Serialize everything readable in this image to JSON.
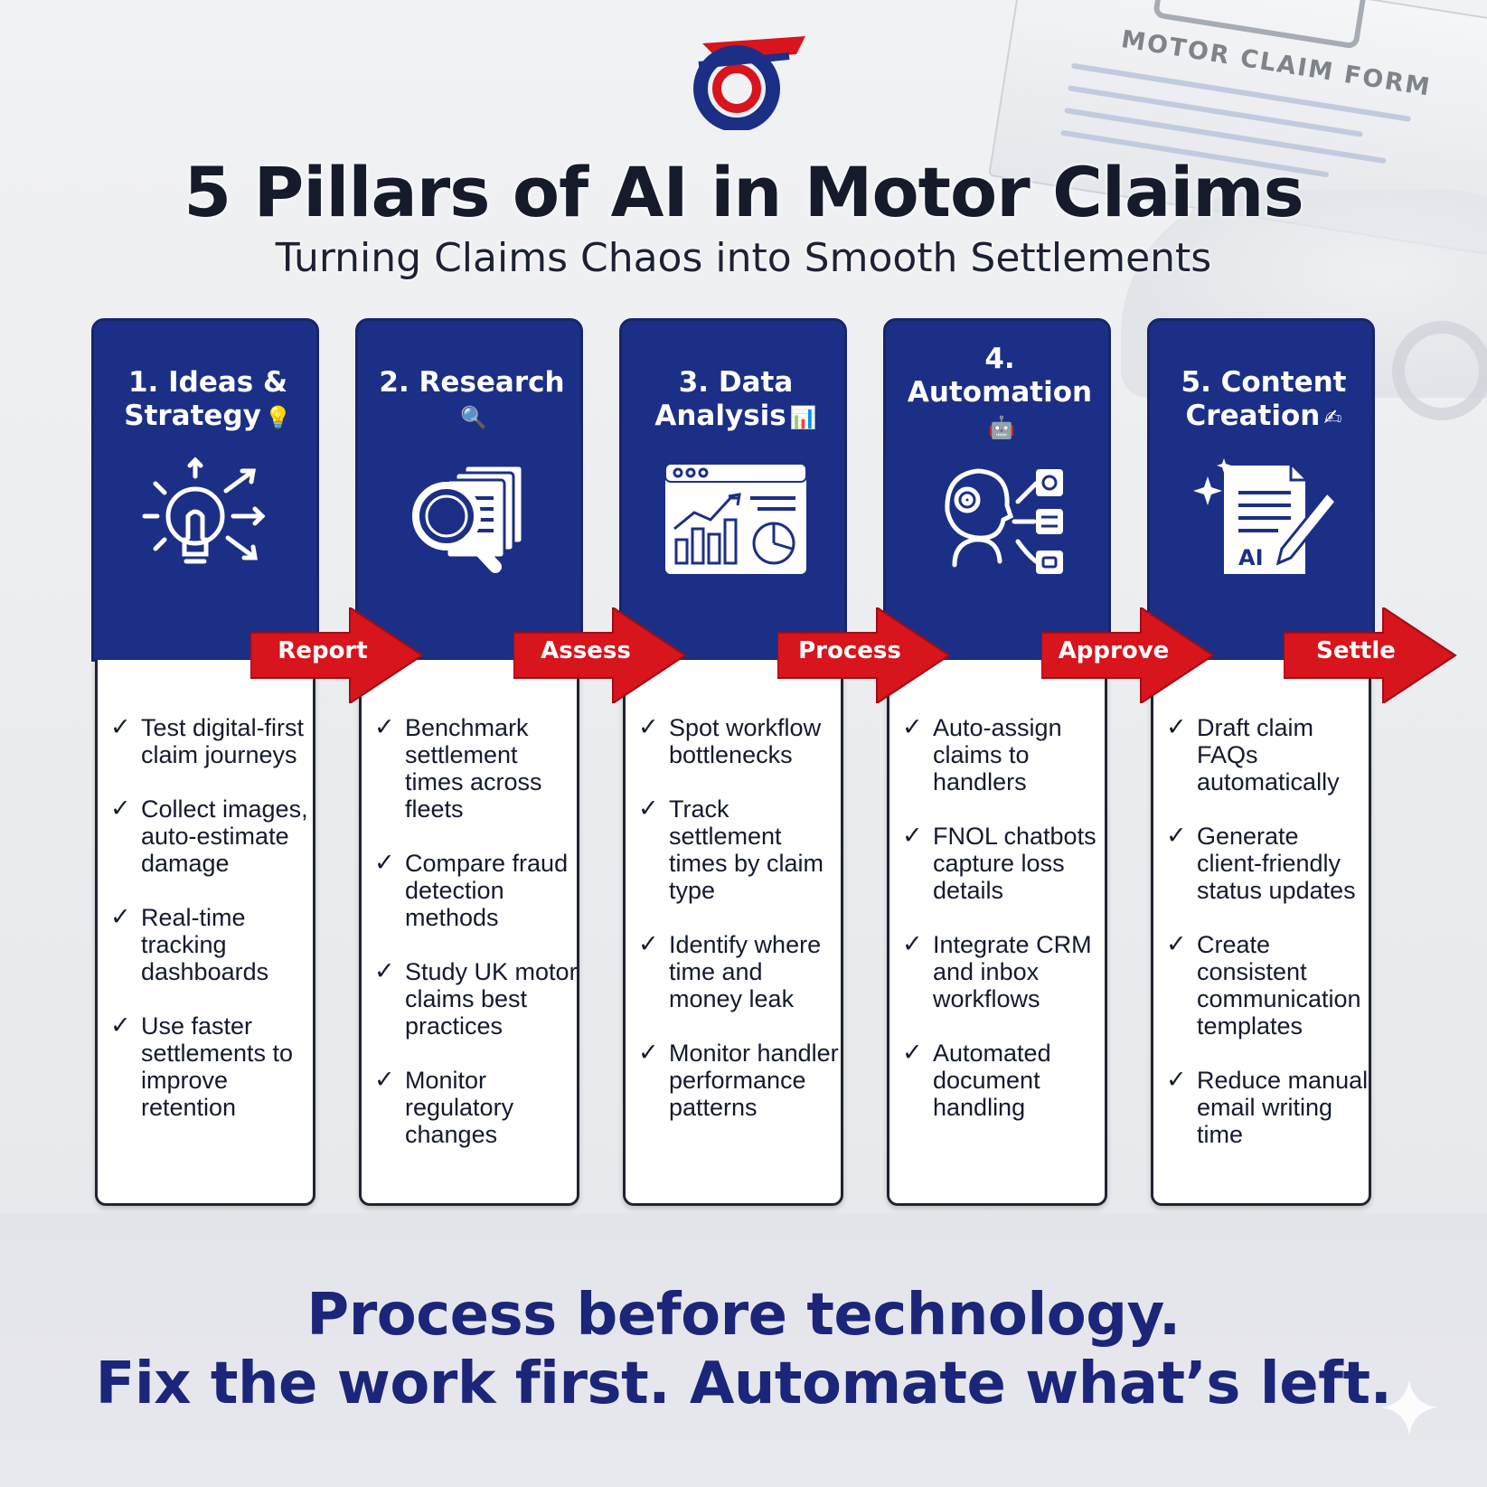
{
  "background": {
    "form_title": "MOTOR CLAIM FORM"
  },
  "header": {
    "title": "5 Pillars of AI in Motor Claims",
    "subtitle": "Turning Claims Chaos into Smooth Settlements"
  },
  "colors": {
    "navy": "#1c2f86",
    "red": "#d8141c",
    "text_dark": "#141a2e",
    "tagline": "#1b2579"
  },
  "pillars": [
    {
      "label": "1. Ideas & Strategy",
      "emoji": "💡",
      "icon": "lightbulb-icon",
      "items": [
        "Test digital-first claim journeys",
        "Collect images, auto-estimate damage",
        "Real-time tracking dashboards",
        "Use faster settlements to improve retention"
      ]
    },
    {
      "label": "2. Research",
      "emoji": "🔍",
      "icon": "magnifier-documents-icon",
      "items": [
        "Benchmark settlement times across fleets",
        "Compare fraud detection methods",
        "Study UK motor claims best practices",
        "Monitor regulatory changes"
      ]
    },
    {
      "label": "3. Data Analysis",
      "emoji": "📊",
      "icon": "analytics-dashboard-icon",
      "items": [
        "Spot workflow bottlenecks",
        "Track settlement times by claim type",
        "Identify where time and money leak",
        "Monitor handler performance patterns"
      ]
    },
    {
      "label": "4. Automation",
      "emoji": "🤖",
      "icon": "robot-workflow-icon",
      "items": [
        "Auto-assign claims to handlers",
        "FNOL chatbots capture loss details",
        "Integrate CRM and inbox workflows",
        "Automated document handling"
      ]
    },
    {
      "label": "5. Content Creation",
      "emoji": "✍",
      "icon": "ai-document-pen-icon",
      "items": [
        "Draft claim FAQs automatically",
        "Generate client-friendly status updates",
        "Create consistent communication templates",
        "Reduce manual email writing time"
      ]
    }
  ],
  "flow_steps": [
    "Report",
    "Assess",
    "Process",
    "Approve",
    "Settle"
  ],
  "footer": {
    "line1": "Process before technology.",
    "line2": "Fix the work first. Automate what’s left."
  }
}
